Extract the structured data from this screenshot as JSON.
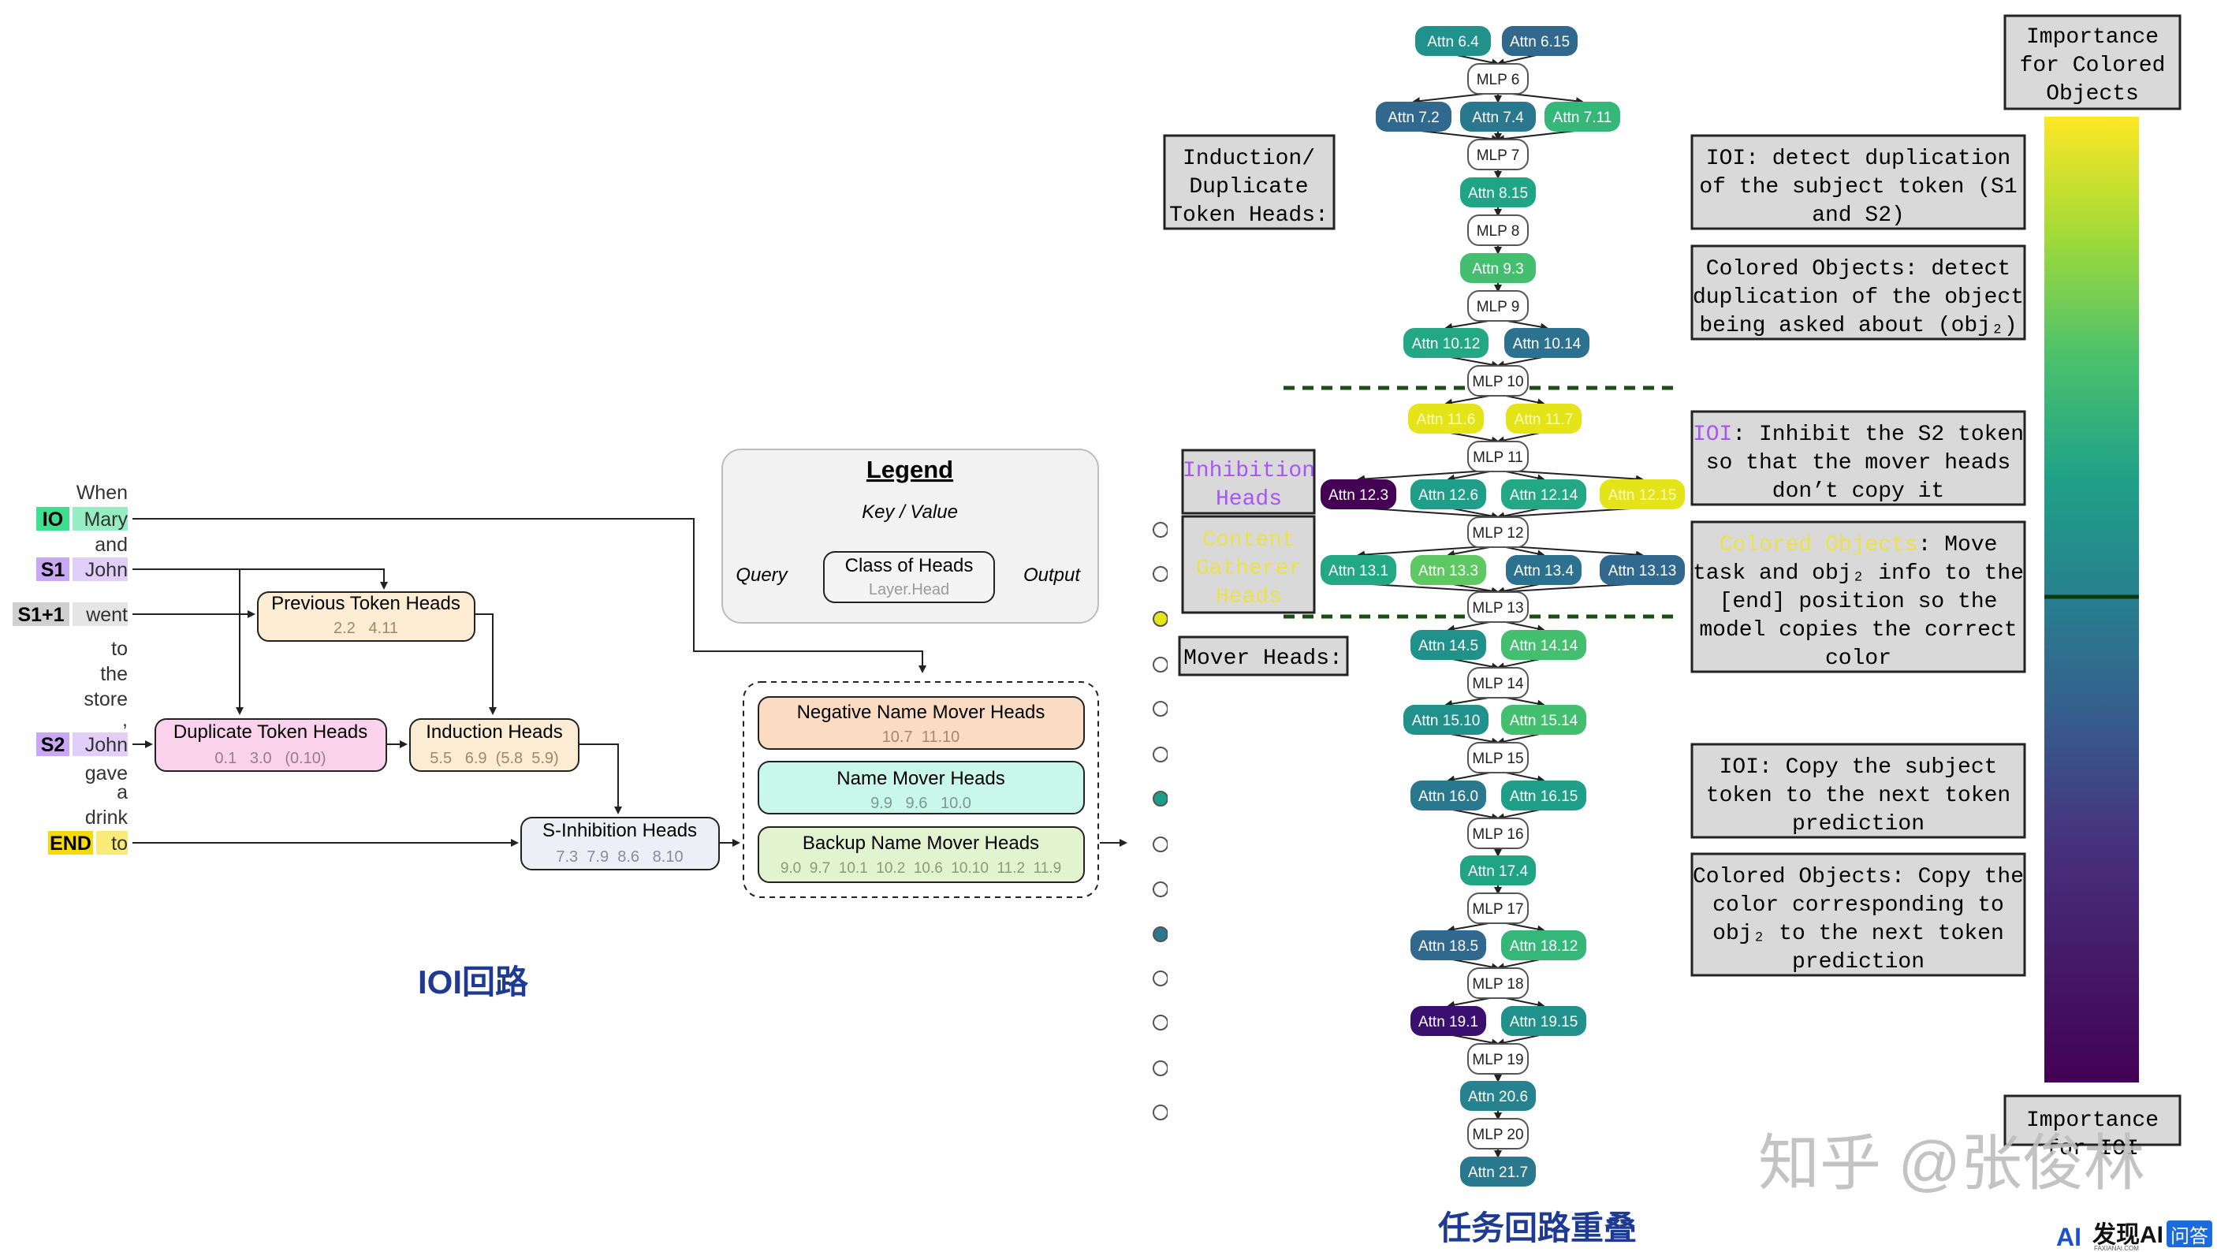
{
  "ioi": {
    "words": [
      {
        "id": "when",
        "text": "When",
        "tag": "",
        "tag_color": ""
      },
      {
        "id": "mary",
        "text": "Mary",
        "tag": "IO",
        "tag_color": "#3ee08f"
      },
      {
        "id": "and",
        "text": "and",
        "tag": "",
        "tag_color": ""
      },
      {
        "id": "john1",
        "text": "John",
        "tag": "S1",
        "tag_color": "#c9a7f5"
      },
      {
        "id": "went",
        "text": "went",
        "tag": "S1+1",
        "tag_color": "#d0d0d0"
      },
      {
        "id": "to",
        "text": "to",
        "tag": "",
        "tag_color": ""
      },
      {
        "id": "the",
        "text": "the",
        "tag": "",
        "tag_color": ""
      },
      {
        "id": "store",
        "text": "store",
        "tag": "",
        "tag_color": ""
      },
      {
        "id": "comma",
        "text": ",",
        "tag": "",
        "tag_color": ""
      },
      {
        "id": "john2",
        "text": "John",
        "tag": "S2",
        "tag_color": "#c9a7f5"
      },
      {
        "id": "gave",
        "text": "gave",
        "tag": "",
        "tag_color": ""
      },
      {
        "id": "a",
        "text": "a",
        "tag": "",
        "tag_color": ""
      },
      {
        "id": "drink",
        "text": "drink",
        "tag": "",
        "tag_color": ""
      },
      {
        "id": "to2",
        "text": "to",
        "tag": "END",
        "tag_color": "#f5d90a"
      }
    ],
    "boxes": {
      "prev": {
        "title": "Previous Token Heads",
        "heads": "2.2   4.11"
      },
      "dup": {
        "title": "Duplicate Token Heads",
        "heads": "0.1   3.0   (0.10)"
      },
      "ind": {
        "title": "Induction Heads",
        "heads": "5.5   6.9  (5.8  5.9)"
      },
      "sinh": {
        "title": "S-Inhibition Heads",
        "heads": "7.3  7.9  8.6   8.10"
      },
      "neg": {
        "title": "Negative Name Mover Heads",
        "heads": "10.7  11.10"
      },
      "nm": {
        "title": "Name Mover Heads",
        "heads": "9.9   9.6   10.0"
      },
      "bnm": {
        "title": "Backup Name Mover Heads",
        "heads": "9.0  9.7  10.1  10.2  10.6  10.10  11.2  11.9"
      }
    },
    "legend": {
      "title": "Legend",
      "key": "Key / Value",
      "query": "Query",
      "output": "Output",
      "class": "Class of Heads",
      "layer": "Layer.Head"
    },
    "caption": "IOI回路"
  },
  "stack": {
    "nodes": [
      {
        "id": "a6_4",
        "label": "Attn 6.4",
        "color": "#21918c"
      },
      {
        "id": "a6_15",
        "label": "Attn 6.15",
        "color": "#31688e"
      },
      {
        "id": "m6",
        "label": "MLP 6",
        "color": ""
      },
      {
        "id": "a7_2",
        "label": "Attn 7.2",
        "color": "#31688e"
      },
      {
        "id": "a7_4",
        "label": "Attn 7.4",
        "color": "#2a788e"
      },
      {
        "id": "a7_11",
        "label": "Attn 7.11",
        "color": "#35b779"
      },
      {
        "id": "m7",
        "label": "MLP 7",
        "color": ""
      },
      {
        "id": "a8_15",
        "label": "Attn 8.15",
        "color": "#20a486"
      },
      {
        "id": "m8",
        "label": "MLP 8",
        "color": ""
      },
      {
        "id": "a9_3",
        "label": "Attn 9.3",
        "color": "#44bf70"
      },
      {
        "id": "m9",
        "label": "MLP 9",
        "color": ""
      },
      {
        "id": "a10_12",
        "label": "Attn 10.12",
        "color": "#22a884"
      },
      {
        "id": "a10_14",
        "label": "Attn 10.14",
        "color": "#2c728e"
      },
      {
        "id": "m10",
        "label": "MLP 10",
        "color": ""
      },
      {
        "id": "a11_6",
        "label": "Attn 11.6",
        "color": "#e5e419"
      },
      {
        "id": "a11_7",
        "label": "Attn 11.7",
        "color": "#e5e419"
      },
      {
        "id": "m11",
        "label": "MLP 11",
        "color": ""
      },
      {
        "id": "a12_3",
        "label": "Attn 12.3",
        "color": "#440154"
      },
      {
        "id": "a12_6",
        "label": "Attn 12.6",
        "color": "#1f9e89"
      },
      {
        "id": "a12_14",
        "label": "Attn 12.14",
        "color": "#22a884"
      },
      {
        "id": "a12_15",
        "label": "Attn 12.15",
        "color": "#e5e419"
      },
      {
        "id": "m12",
        "label": "MLP 12",
        "color": ""
      },
      {
        "id": "a13_1",
        "label": "Attn 13.1",
        "color": "#22a884"
      },
      {
        "id": "a13_3",
        "label": "Attn 13.3",
        "color": "#5ec962"
      },
      {
        "id": "a13_4",
        "label": "Attn 13.4",
        "color": "#2c728e"
      },
      {
        "id": "a13_13",
        "label": "Attn 13.13",
        "color": "#31688e"
      },
      {
        "id": "m13",
        "label": "MLP 13",
        "color": ""
      },
      {
        "id": "a14_5",
        "label": "Attn 14.5",
        "color": "#21918c"
      },
      {
        "id": "a14_14",
        "label": "Attn 14.14",
        "color": "#44bf70"
      },
      {
        "id": "m14",
        "label": "MLP 14",
        "color": ""
      },
      {
        "id": "a15_10",
        "label": "Attn 15.10",
        "color": "#21918c"
      },
      {
        "id": "a15_14",
        "label": "Attn 15.14",
        "color": "#44bf70"
      },
      {
        "id": "m15",
        "label": "MLP 15",
        "color": ""
      },
      {
        "id": "a16_0",
        "label": "Attn 16.0",
        "color": "#2a788e"
      },
      {
        "id": "a16_15",
        "label": "Attn 16.15",
        "color": "#1f9e89"
      },
      {
        "id": "m16",
        "label": "MLP 16",
        "color": ""
      },
      {
        "id": "a17_4",
        "label": "Attn 17.4",
        "color": "#20a486"
      },
      {
        "id": "m17",
        "label": "MLP 17",
        "color": ""
      },
      {
        "id": "a18_5",
        "label": "Attn 18.5",
        "color": "#31688e"
      },
      {
        "id": "a18_12",
        "label": "Attn 18.12",
        "color": "#35b779"
      },
      {
        "id": "m18",
        "label": "MLP 18",
        "color": ""
      },
      {
        "id": "a19_1",
        "label": "Attn 19.1",
        "color": "#3b0f70"
      },
      {
        "id": "a19_15",
        "label": "Attn 19.15",
        "color": "#21918c"
      },
      {
        "id": "m19",
        "label": "MLP 19",
        "color": ""
      },
      {
        "id": "a20_6",
        "label": "Attn 20.6",
        "color": "#26828e"
      },
      {
        "id": "m20",
        "label": "MLP 20",
        "color": ""
      },
      {
        "id": "a21_7",
        "label": "Attn 21.7",
        "color": "#2a788e"
      }
    ],
    "left_labels": {
      "induction": "Induction/\nDuplicate\nToken Heads:",
      "inhibition": "Inhibition\nHeads",
      "content": "Content\nGatherer\nHeads",
      "mover": "Mover Heads:"
    },
    "notes": {
      "n1": "IOI: detect duplication\nof the subject token (S1\nand S2)",
      "n2": "Colored Objects: detect\nduplication of the object\nbeing asked about (obj₂)",
      "n3_head": "IOI",
      "n3_rest": ": Inhibit the S2 token\nso that the mover heads\ndon’t copy it",
      "n4_head": "Colored Objects",
      "n4_rest": ": Move\ntask and obj₂ info to the\n[end] position so the\nmodel copies the correct\ncolor",
      "n5": "IOI: Copy the subject\ntoken to the next token\nprediction",
      "n6": "Colored Objects: Copy the\ncolor corresponding to\nobj₂ to the next token\nprediction"
    },
    "importance_top": "Importance\nfor Colored\nObjects",
    "importance_bottom": "Importance\nfor IOI",
    "caption": "任务回路重叠"
  },
  "watermark": "知乎 @张俊林",
  "badge": {
    "ai": "发现AI",
    "qa": "问答",
    "sub": "FAXIANAI.COM"
  }
}
